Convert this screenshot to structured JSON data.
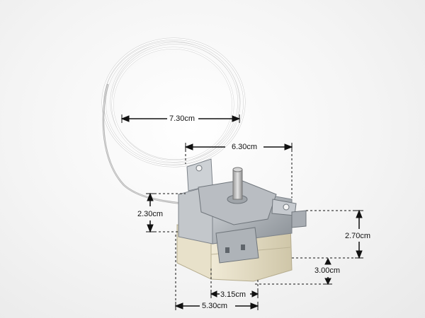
{
  "product": {
    "dimensions": [
      {
        "id": "coil-width",
        "label": "7.30cm"
      },
      {
        "id": "body-width-top",
        "label": "6.30cm"
      },
      {
        "id": "bracket-height",
        "label": "2.30cm"
      },
      {
        "id": "right-height",
        "label": "2.70cm"
      },
      {
        "id": "base-height",
        "label": "3.00cm"
      },
      {
        "id": "base-width",
        "label": "3.15cm"
      },
      {
        "id": "total-width",
        "label": "5.30cm"
      }
    ],
    "colors": {
      "background": "#f1f1f1",
      "capillary": "#ffffff",
      "metal": "#b8bcc0",
      "plastic_base": "#e3dcc4",
      "dimension_line": "#111111"
    }
  }
}
